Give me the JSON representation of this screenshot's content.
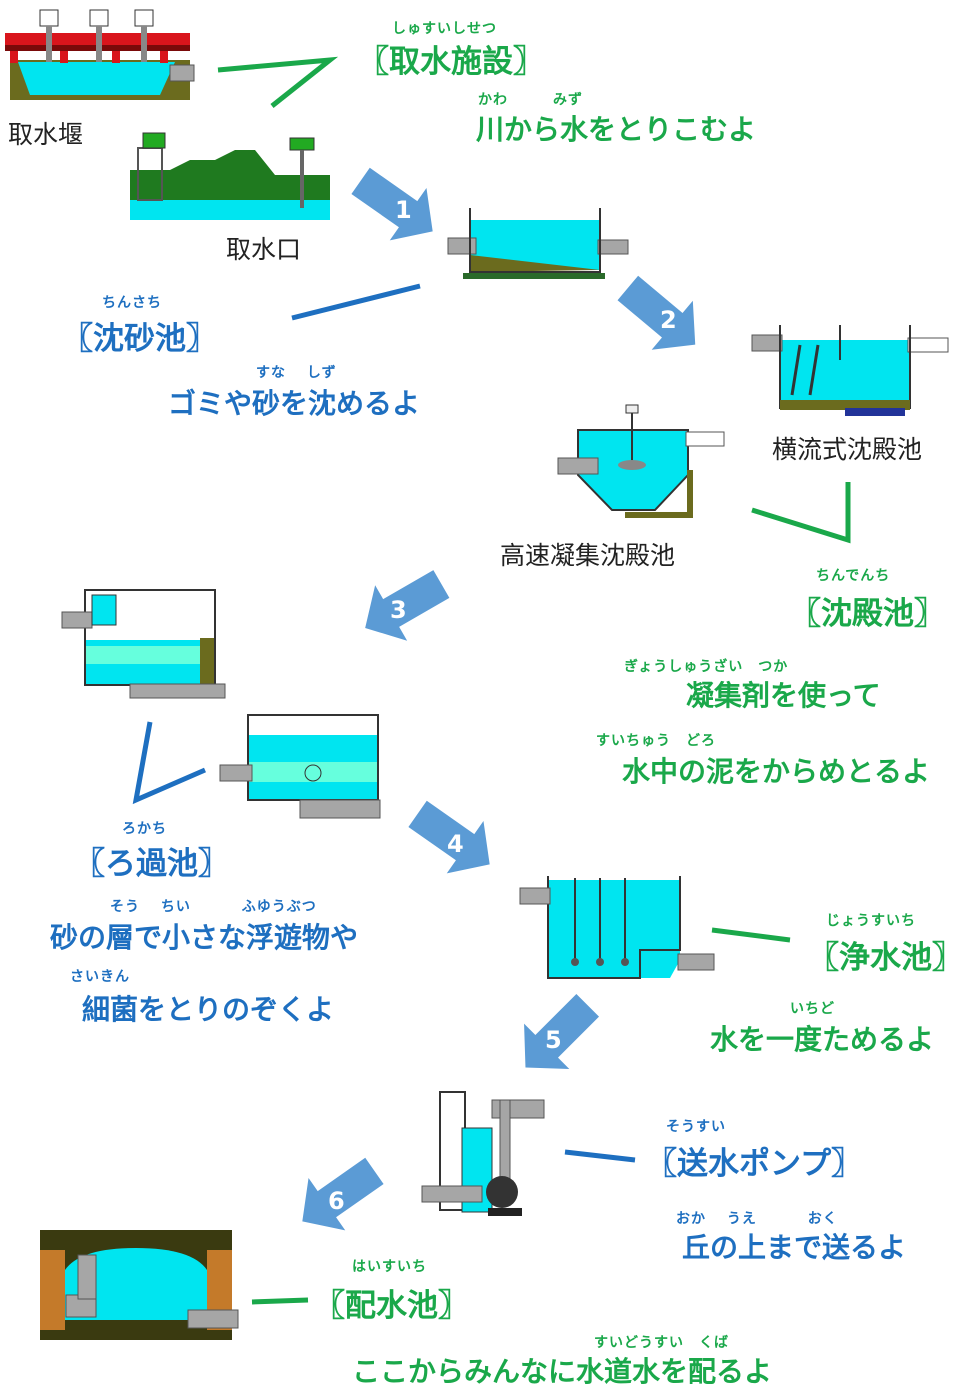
{
  "steps": {
    "intake": {
      "ruby": "しゅすいしせつ",
      "title": "〖取水施設〗",
      "desc_ruby": "かわ　　　みず",
      "desc": "川から水をとりこむよ",
      "label_weir": "取水堰",
      "label_port": "取水口"
    },
    "sand": {
      "ruby": "ちんさち",
      "title": "〖沈砂池〗",
      "desc_ruby": "すな　 しず",
      "desc": "ゴミや砂を沈めるよ"
    },
    "settling": {
      "ruby": "ちんでんち",
      "title": "〖沈殿池〗",
      "desc_ruby1": "ぎょうしゅうざい　つか",
      "desc1": "凝集剤を使って",
      "desc_ruby2": "すいちゅう　どろ",
      "desc2": "水中の泥をからめとるよ",
      "label_horizontal": "横流式沈殿池",
      "label_highspeed": "高速凝集沈殿池"
    },
    "filter": {
      "ruby": "ろかち",
      "title": "〖ろ過池〗",
      "desc_ruby1": "そう　 ちい　　　 ふゆうぶつ",
      "desc1": "砂の層で小さな浮遊物や",
      "desc_ruby2": "さいきん",
      "desc2": "細菌をとりのぞくよ"
    },
    "clear": {
      "ruby": "じょうすいち",
      "title": "〖浄水池〗",
      "desc_ruby": "いちど",
      "desc": "水を一度ためるよ"
    },
    "pump": {
      "ruby": "そうすい",
      "title": "〖送水ポンプ〗",
      "desc_ruby": "おか　 うえ　　　 おく",
      "desc": "丘の上まで送るよ"
    },
    "distribution": {
      "ruby": "はいすいち",
      "title": "〖配水池〗",
      "desc_ruby": "すいどうすい　くば",
      "desc": "ここからみんなに水道水を配るよ"
    }
  },
  "arrows": [
    "1",
    "2",
    "3",
    "4",
    "5",
    "6"
  ],
  "colors": {
    "water": "#00e5f0",
    "green_text": "#1aa84a",
    "blue_text": "#1e6fc0",
    "arrow": "#5b9bd5",
    "ground": "#6b6b1e",
    "pipe": "#a6a6a6",
    "hill": "#1f7a1f",
    "weir_red": "#d9151c"
  }
}
